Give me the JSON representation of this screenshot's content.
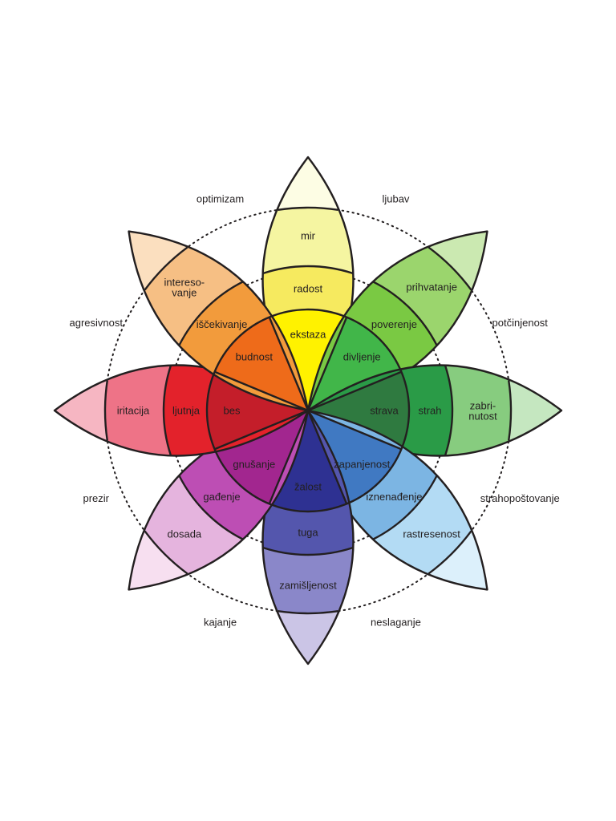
{
  "petals": [
    {
      "id": "joy",
      "angle": 0,
      "labels": [
        "ekstaza",
        "radost",
        "mir"
      ],
      "colors": [
        "#fff200",
        "#f6ea5f",
        "#f5f5a1",
        "#fdfde4"
      ]
    },
    {
      "id": "trust",
      "angle": 45,
      "labels": [
        "divljenje",
        "poverenje",
        "prihvatanje"
      ],
      "colors": [
        "#41b649",
        "#7ac943",
        "#9bd56d",
        "#cbe9b1"
      ]
    },
    {
      "id": "fear",
      "angle": 90,
      "labels": [
        "strava",
        "strah",
        "zabri-\nnutost"
      ],
      "colors": [
        "#2f7a40",
        "#2a9b47",
        "#87cc7f",
        "#c5e7c0"
      ]
    },
    {
      "id": "surprise",
      "angle": 135,
      "labels": [
        "zapanjenost",
        "iznenađenje",
        "rastresenost"
      ],
      "colors": [
        "#4079c2",
        "#7cb5e3",
        "#b3dbf4",
        "#dcf0fb"
      ]
    },
    {
      "id": "sadness",
      "angle": 180,
      "labels": [
        "žalost",
        "tuga",
        "zamišljenost"
      ],
      "colors": [
        "#2e3192",
        "#5456ad",
        "#8a87c9",
        "#cbc5e6"
      ]
    },
    {
      "id": "disgust",
      "angle": 225,
      "labels": [
        "gnušanje",
        "gađenje",
        "dosada"
      ],
      "colors": [
        "#a2268f",
        "#bd4eb4",
        "#e5b4de",
        "#f7dff0"
      ]
    },
    {
      "id": "anger",
      "angle": 270,
      "labels": [
        "bes",
        "ljutnja",
        "iritacija"
      ],
      "colors": [
        "#c41e2a",
        "#e3222b",
        "#ee7387",
        "#f6b6c2"
      ]
    },
    {
      "id": "anticipation",
      "angle": 315,
      "labels": [
        "budnost",
        "iščekivanje",
        "intereso-\nvanje"
      ],
      "colors": [
        "#ee6b1a",
        "#f29b3c",
        "#f6bf84",
        "#fbdfbf"
      ]
    }
  ],
  "dyads": [
    {
      "text": "ljubav",
      "angle": 22.5
    },
    {
      "text": "potčinjenost",
      "angle": 67.5
    },
    {
      "text": "strahopoštovanje",
      "angle": 112.5
    },
    {
      "text": "neslaganje",
      "angle": 157.5
    },
    {
      "text": "kajanje",
      "angle": 202.5
    },
    {
      "text": "prezir",
      "angle": 247.5
    },
    {
      "text": "agresivnost",
      "angle": 292.5
    },
    {
      "text": "optimizam",
      "angle": 337.5
    }
  ]
}
